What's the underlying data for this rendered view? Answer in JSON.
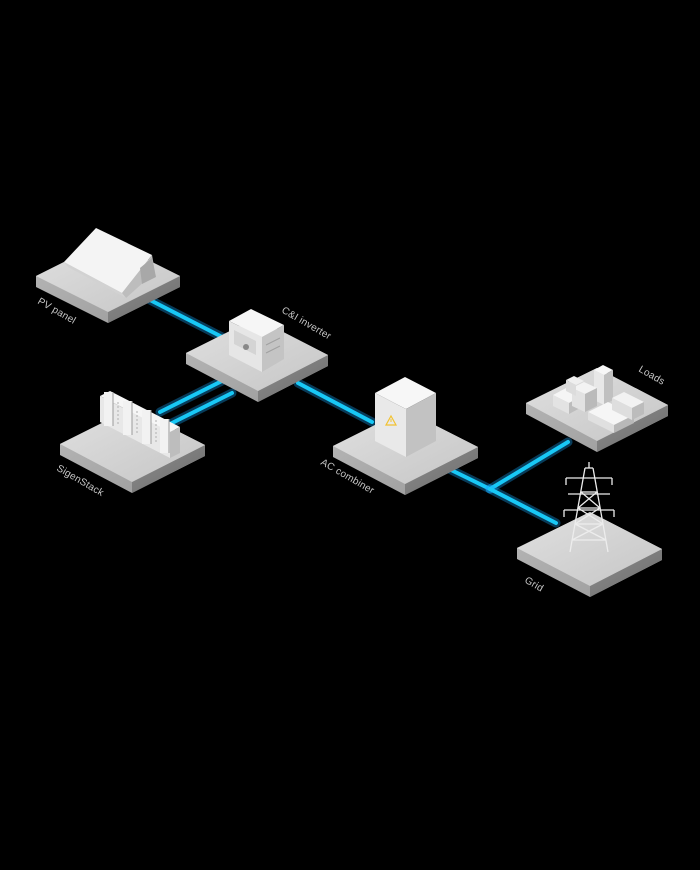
{
  "labels": {
    "pv_panel": "PV panel",
    "inverter": "C&I inverter",
    "sigenstack": "SigenStack",
    "ac_combiner": "AC combiner",
    "loads": "Loads",
    "grid": "Grid"
  },
  "colors": {
    "background": "#000000",
    "link": "#18c8f6",
    "platform_top": "#d6d6d6",
    "warning": "#f2c230"
  },
  "icons": [
    "house-roof-icon",
    "inverter-box-icon",
    "battery-stack-icon",
    "combiner-cabinet-icon",
    "buildings-icon",
    "transmission-tower-icon",
    "warning-icon"
  ]
}
